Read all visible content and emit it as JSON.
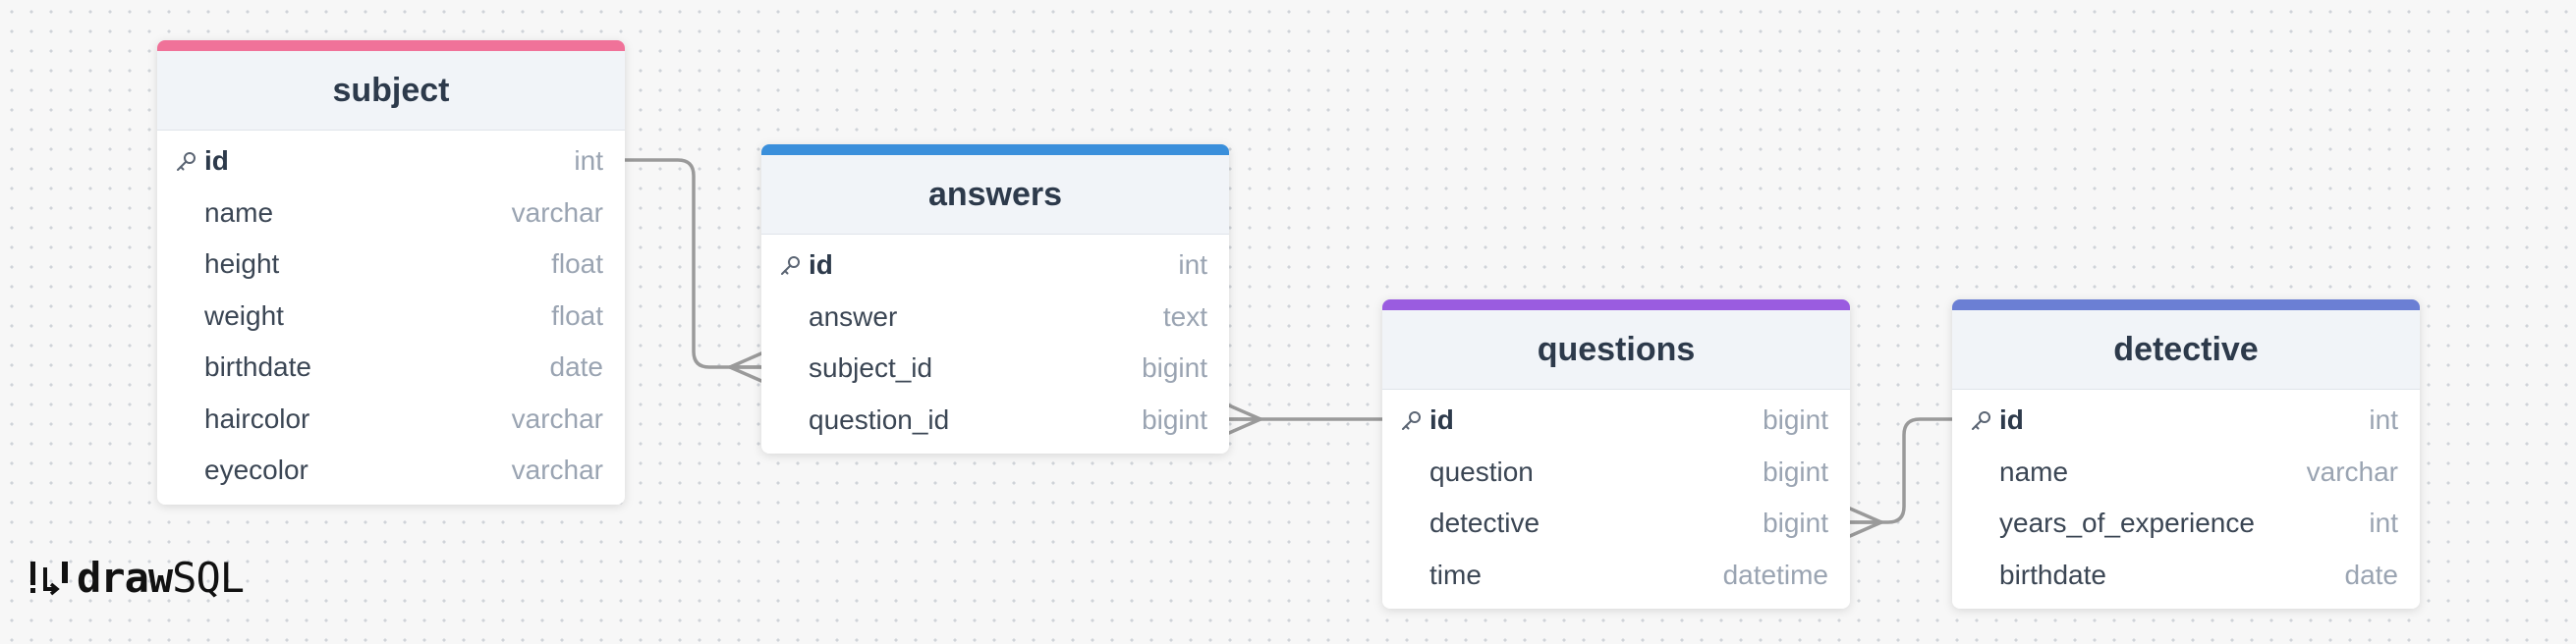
{
  "brand": {
    "draw": "draw",
    "sql": "SQL"
  },
  "tables": [
    {
      "name": "subject",
      "accent": "#f07299",
      "columns": [
        {
          "name": "id",
          "type": "int",
          "pk": true
        },
        {
          "name": "name",
          "type": "varchar"
        },
        {
          "name": "height",
          "type": "float"
        },
        {
          "name": "weight",
          "type": "float"
        },
        {
          "name": "birthdate",
          "type": "date"
        },
        {
          "name": "haircolor",
          "type": "varchar"
        },
        {
          "name": "eyecolor",
          "type": "varchar"
        }
      ]
    },
    {
      "name": "answers",
      "accent": "#3a8fdb",
      "columns": [
        {
          "name": "id",
          "type": "int",
          "pk": true
        },
        {
          "name": "answer",
          "type": "text"
        },
        {
          "name": "subject_id",
          "type": "bigint"
        },
        {
          "name": "question_id",
          "type": "bigint"
        }
      ]
    },
    {
      "name": "questions",
      "accent": "#9a5ce0",
      "columns": [
        {
          "name": "id",
          "type": "bigint",
          "pk": true
        },
        {
          "name": "question",
          "type": "bigint"
        },
        {
          "name": "detective",
          "type": "bigint"
        },
        {
          "name": "time",
          "type": "datetime"
        }
      ]
    },
    {
      "name": "detective",
      "accent": "#6b7fd4",
      "columns": [
        {
          "name": "id",
          "type": "int",
          "pk": true
        },
        {
          "name": "name",
          "type": "varchar"
        },
        {
          "name": "years_of_experience",
          "type": "int"
        },
        {
          "name": "birthdate",
          "type": "date"
        }
      ]
    }
  ],
  "relationships": [
    {
      "from": "subject.id",
      "to": "answers.subject_id",
      "cardinality": "one-to-many"
    },
    {
      "from": "questions.id",
      "to": "answers.question_id",
      "cardinality": "one-to-many"
    },
    {
      "from": "detective.id",
      "to": "questions.detective",
      "cardinality": "one-to-many"
    }
  ],
  "icons": {
    "primary_key": "key-icon",
    "logo": "drawsql-logo-icon"
  },
  "colors": {
    "header_bg": "#f1f4f8",
    "title_text": "#2d3a4b",
    "column_text": "#3b4654",
    "type_text": "#9aa4b2",
    "connector": "#9a9a9a"
  }
}
